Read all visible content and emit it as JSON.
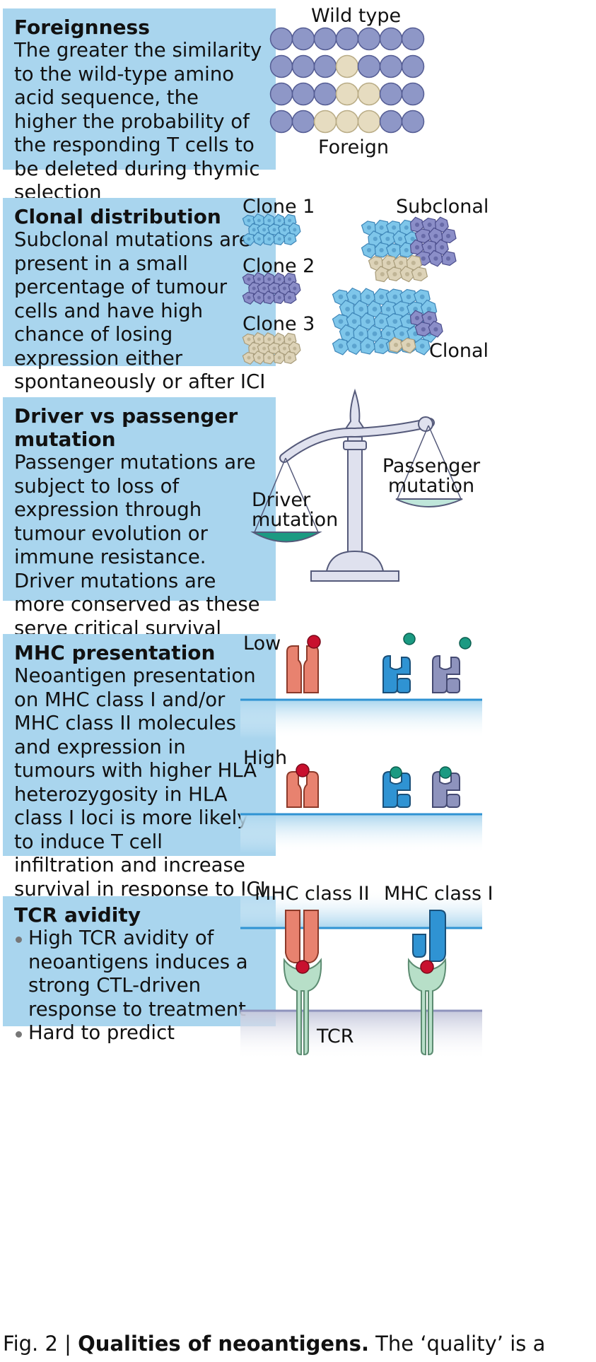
{
  "panels": [
    {
      "title": "Foreignness",
      "body": "The greater the similarity to the wild-type amino acid sequence, the higher the probability of the responding T cells to be deleted during thymic selection"
    },
    {
      "title": "Clonal distribution",
      "body": "Subclonal mutations are present in a small percentage of tumour cells and have high chance of losing expression either spontaneously or after ICI"
    },
    {
      "title": "Driver vs passenger mutation",
      "body": "Passenger mutations are subject to loss of expression through tumour evolution or immune resistance. Driver mutations are more conserved as these serve critical survival functions"
    },
    {
      "title": "MHC presentation",
      "body": "Neoantigen presentation on MHC class I and/or MHC class II molecules and expression in tumours with higher HLA heterozygosity in HLA class I loci is more likely to induce T cell infiltration and increase survival in response to ICI"
    },
    {
      "title": "TCR avidity",
      "bullets": [
        "High TCR avidity of neoantigens induces a strong CTL-driven response to treatment",
        "Hard to predict"
      ]
    }
  ],
  "figures": {
    "foreignness": {
      "top_label": "Wild type",
      "bottom_label": "Foreign"
    },
    "clonal": {
      "clone1": "Clone 1",
      "clone2": "Clone 2",
      "clone3": "Clone 3",
      "subclonal": "Subclonal",
      "clonal": "Clonal"
    },
    "scale": {
      "driver": "Driver mutation",
      "passenger": "Passenger mutation"
    },
    "mhc": {
      "low": "Low",
      "high": "High"
    },
    "tcr": {
      "mhc2": "MHC class II",
      "mhc1": "MHC class I",
      "tcr": "TCR"
    }
  },
  "caption": {
    "prefix": "Fig. 2 | ",
    "bold": "Qualities of neoantigens.",
    "rest": " The ‘quality’ is a"
  },
  "colors": {
    "panel_bg": "#a9d5ee",
    "wild_bead": "#8e97c7",
    "foreign_bead": "#e6dcc0",
    "clone1": "#7ec6ea",
    "clone2": "#8b8ec8",
    "clone3": "#ddd3b8",
    "mhc2_red": "#e8826f",
    "mhc1_blue": "#2f93d3",
    "mhc1_grey": "#8e93bd",
    "peptide_red": "#c8102e",
    "peptide_green": "#1b9a82",
    "tcr_green": "#b7dfc8",
    "pan_green": "#1b9a82"
  }
}
